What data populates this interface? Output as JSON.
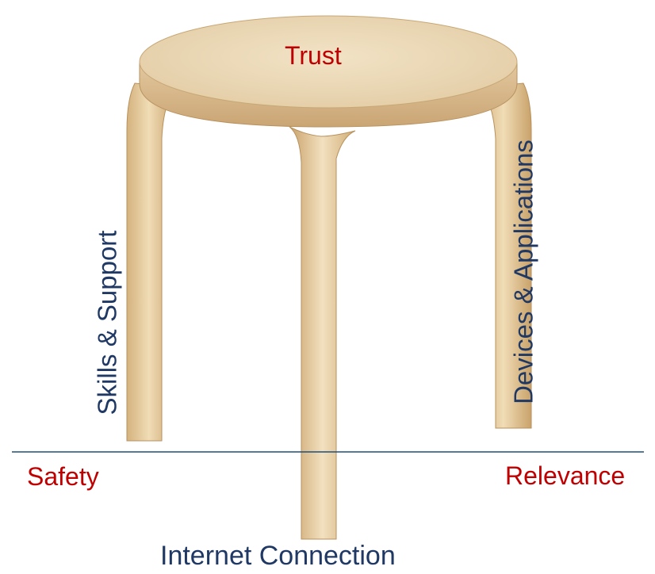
{
  "labels": {
    "top": "Trust",
    "left_leg": "Skills & Support",
    "right_leg": "Devices & Applications",
    "left_ground": "Safety",
    "right_ground": "Relevance",
    "bottom": "Internet Connection"
  },
  "colors": {
    "accent_red": "#c00000",
    "text_blue": "#1f3864",
    "ground_line": "#1f4e79",
    "wood_light": "#efdcbc",
    "wood_mid": "#dfc49a",
    "wood_dark": "#c9a470"
  }
}
